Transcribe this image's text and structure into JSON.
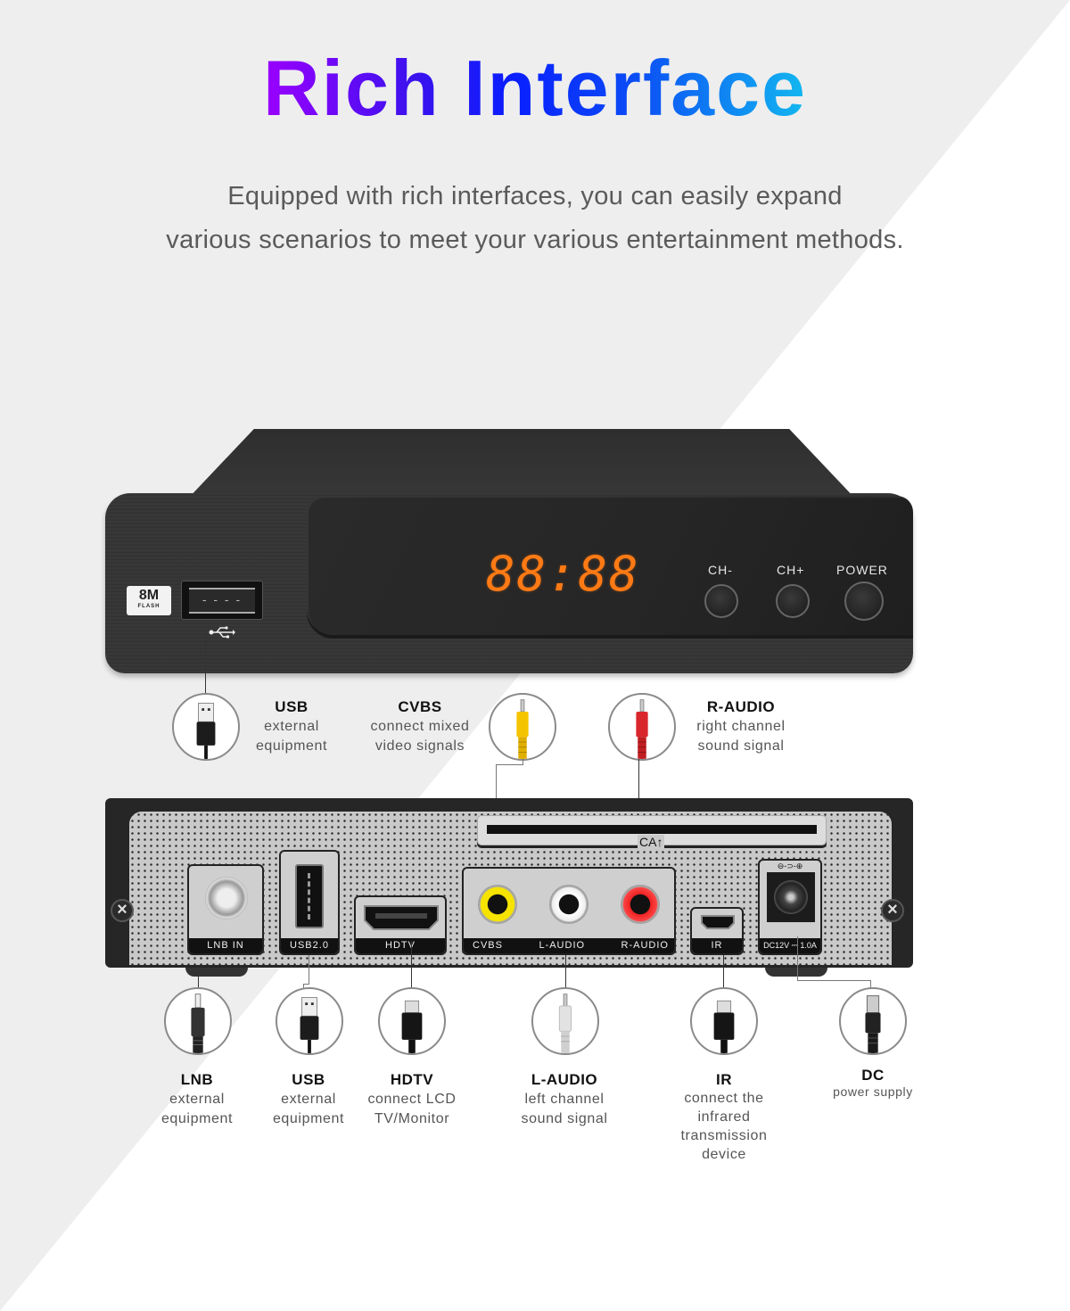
{
  "header": {
    "title": "Rich Interface",
    "subtitle_line1": "Equipped with rich interfaces, you can easily expand",
    "subtitle_line2": "various scenarios to meet your various entertainment methods."
  },
  "colors": {
    "title_gradient_start": "#9b00ff",
    "title_gradient_mid": "#0a1dff",
    "title_gradient_end": "#12b8f0",
    "background_gray": "#eeeeee",
    "led_orange": "#ff7a14"
  },
  "front_panel": {
    "badge_big": "8M",
    "badge_small": "FLASH",
    "usb_port_glyph": "- - - -",
    "usb_icon": "usb-icon",
    "display": "88:88",
    "buttons": [
      {
        "label": "CH-"
      },
      {
        "label": "CH+"
      },
      {
        "label": "POWER"
      }
    ]
  },
  "back_panel": {
    "ca_label": "CA↑",
    "ports": {
      "lnb": "LNB  IN",
      "usb": "USB2.0",
      "hdtv": "HDTV",
      "cvbs": "CVBS",
      "laudio": "L-AUDIO",
      "raudio": "R-AUDIO",
      "ir": "IR",
      "dc": "DC12V ⎓ 1.0A",
      "dc_polarity": "⊖-⊃-⊕"
    }
  },
  "top_callouts": [
    {
      "title": "USB",
      "line1": "external",
      "line2": "equipment"
    },
    {
      "title": "CVBS",
      "line1": "connect mixed",
      "line2": "video signals"
    },
    {
      "title": "R-AUDIO",
      "line1": "right channel",
      "line2": "sound signal"
    }
  ],
  "bottom_callouts": [
    {
      "title": "LNB",
      "line1": "external",
      "line2": "equipment"
    },
    {
      "title": "USB",
      "line1": "external",
      "line2": "equipment"
    },
    {
      "title": "HDTV",
      "line1": "connect LCD",
      "line2": "TV/Monitor"
    },
    {
      "title": "L-AUDIO",
      "line1": "left channel",
      "line2": "sound signal"
    },
    {
      "title": "IR",
      "line1": "connect the",
      "line2": "infrared",
      "line3": "transmission",
      "line4": "device"
    },
    {
      "title": "DC",
      "line1": "power supply"
    }
  ]
}
